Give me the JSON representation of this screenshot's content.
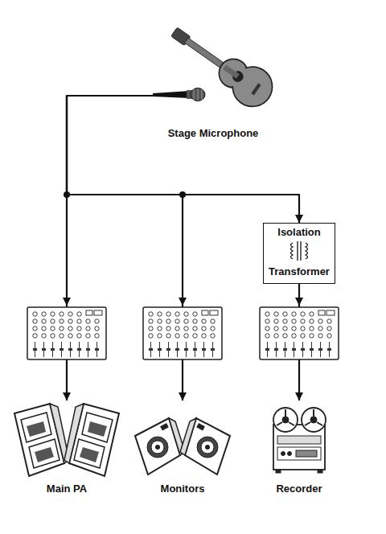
{
  "diagram": {
    "nodes": [
      {
        "text": [
          "Stage Microphone"
        ]
      },
      {
        "text": [
          "Isolation",
          "Transformer"
        ]
      },
      {
        "text": [
          "Main PA"
        ]
      },
      {
        "text": [
          "Monitors"
        ]
      },
      {
        "text": [
          "Recorder"
        ]
      }
    ],
    "edges": [
      {
        "from": 0,
        "to": 2,
        "arrow": "to"
      },
      {
        "from": 0,
        "to": 3,
        "arrow": "to"
      },
      {
        "from": 0,
        "to": 1,
        "arrow": "to"
      },
      {
        "from": 1,
        "to": 4,
        "arrow": "to"
      }
    ]
  }
}
